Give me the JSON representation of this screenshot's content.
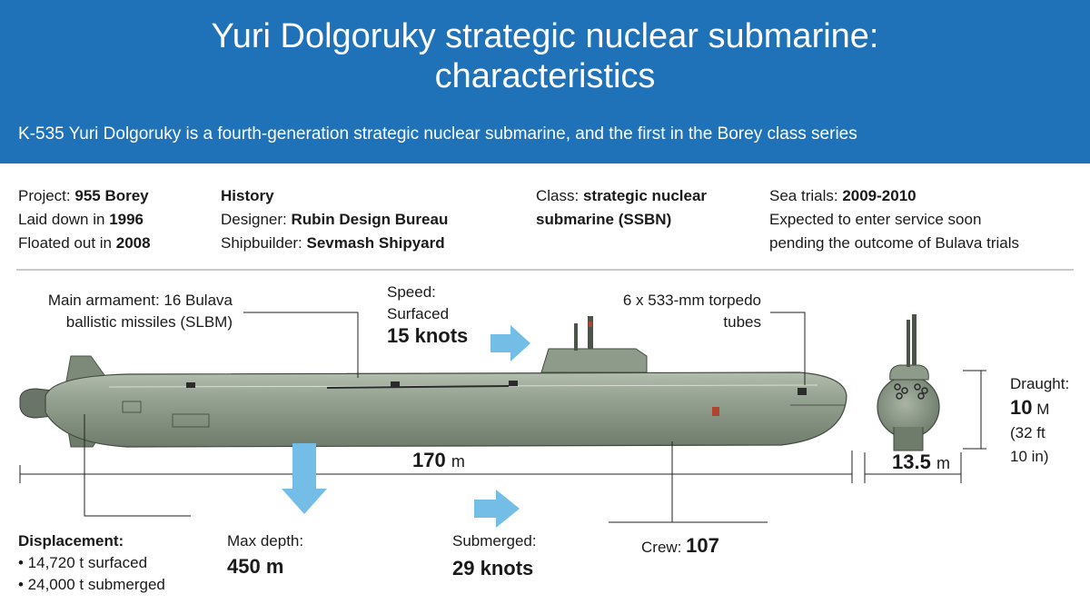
{
  "header": {
    "title_line1": "Yuri Dolgoruky strategic nuclear submarine:",
    "title_line2": "characteristics",
    "subtitle": "K-535 Yuri Dolgoruky is a fourth-generation strategic nuclear submarine, and the first in the Borey class series"
  },
  "info": {
    "project_label": "Project: ",
    "project_value": "955 Borey",
    "laid_label": "Laid down in ",
    "laid_value": "1996",
    "floated_label": "Floated out in ",
    "floated_value": "2008",
    "history_title": "History",
    "designer_label": "Designer: ",
    "designer_value": "Rubin Design Bureau",
    "shipbuilder_label": "Shipbuilder: ",
    "shipbuilder_value": "Sevmash Shipyard",
    "class_label": "Class: ",
    "class_value_1": "strategic nuclear",
    "class_value_2": "submarine (SSBN)",
    "trials_label": "Sea trials: ",
    "trials_value": "2009-2010",
    "service_line1": "Expected to enter service soon",
    "service_line2": "pending the outcome of Bulava trials"
  },
  "diagram": {
    "armament_line1": "Main armament: 16 Bulava",
    "armament_line2": "ballistic missiles (SLBM)",
    "speed_title": "Speed:",
    "speed_surfaced_label": "Surfaced",
    "speed_surfaced_value": "15 knots",
    "torpedo_line1": "6 x 533-mm torpedo",
    "torpedo_line2": "tubes",
    "length_value": "170",
    "length_unit": "m",
    "beam_value": "13.5",
    "beam_unit": "m",
    "draught_label": "Draught:",
    "draught_value": "10",
    "draught_unit": "M",
    "draught_imperial_1": "(32 ft",
    "draught_imperial_2": "10 in)",
    "displacement_title": "Displacement:",
    "displacement_surfaced": "• 14,720 t surfaced",
    "displacement_submerged": "• 24,000 t submerged",
    "max_depth_label": "Max depth:",
    "max_depth_value": "450 m",
    "submerged_label": "Submerged:",
    "submerged_value": "29 knots",
    "crew_label": "Crew: ",
    "crew_value": "107"
  },
  "colors": {
    "header_blue": "#1f72b8",
    "hull_green": "#8d9a89",
    "arrow_blue": "#74bde6"
  }
}
